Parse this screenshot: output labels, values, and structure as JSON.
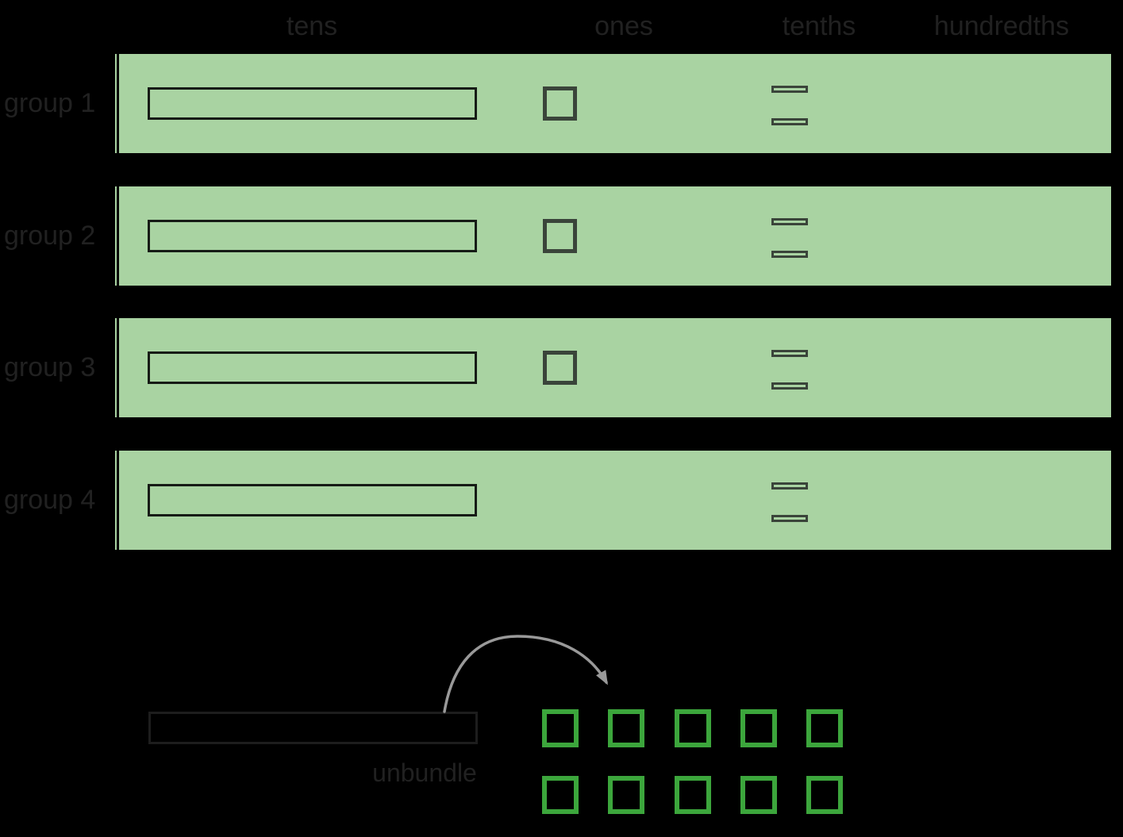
{
  "columns": [
    {
      "label": "tens"
    },
    {
      "label": "ones"
    },
    {
      "label": "tenths"
    },
    {
      "label": "hundredths"
    }
  ],
  "groups": [
    {
      "label": "group 1",
      "tens": 1,
      "ones": 1,
      "tenths": 2,
      "hundredths": 0
    },
    {
      "label": "group 2",
      "tens": 1,
      "ones": 1,
      "tenths": 2,
      "hundredths": 0
    },
    {
      "label": "group 3",
      "tens": 1,
      "ones": 1,
      "tenths": 2,
      "hundredths": 0
    },
    {
      "label": "group 4",
      "tens": 1,
      "ones": 0,
      "tenths": 2,
      "hundredths": 0
    }
  ],
  "unbundle": {
    "label": "unbundle",
    "ten_rod_count": 1,
    "unit_count": 10,
    "grid_rows": 2,
    "grid_cols": 5
  },
  "colors": {
    "background": "#000000",
    "band_green": "#A9D3A2",
    "piece_stroke": "#3A443A",
    "rod_stroke": "#161B16",
    "bar_stroke": "#1D1D1D",
    "unit_green": "#3CA63C",
    "arrow_gray": "#999999",
    "text": "#212121"
  }
}
